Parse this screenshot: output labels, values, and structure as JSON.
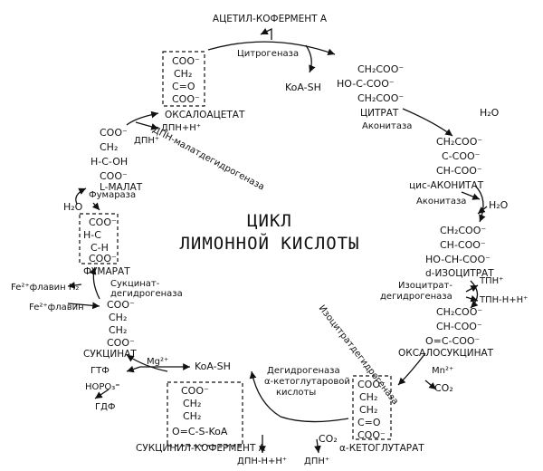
{
  "title": [
    "ЦИКЛ",
    "ЛИМОННОЙ КИСЛОТЫ"
  ],
  "compounds": {
    "acetyl_coa": "АЦЕТИЛ-КОФЕРМЕНТ А",
    "oxaloacetate": {
      "name": "ОКСАЛОАЦЕТАТ",
      "formula": [
        "COO⁻",
        "CH₂",
        "C=O",
        "COO⁻"
      ]
    },
    "citrate": {
      "name": "ЦИТРАТ",
      "formula": [
        "CH₂COO⁻",
        "HO-C-COO⁻",
        "CH₂COO⁻"
      ]
    },
    "cis_aconitate": {
      "name": "цис-АКОНИТАТ",
      "formula": [
        "CH₂COO⁻",
        "C-COO⁻",
        "CH-COO⁻"
      ]
    },
    "isocitrate": {
      "name": "d-ИЗОЦИТРАТ",
      "formula": [
        "CH₂COO⁻",
        "CH-COO⁻",
        "HO-CH-COO⁻"
      ]
    },
    "oxalosuccinate": {
      "name": "ОКСАЛОСУКЦИНАТ",
      "formula": [
        "CH₂COO⁻",
        "CH-COO⁻",
        "O=C-COO⁻"
      ]
    },
    "alpha_kg": {
      "name": "α-КЕТОГЛУТАРАТ",
      "formula": [
        "COO⁻",
        "CH₂",
        "CH₂",
        "C=O",
        "COO⁻"
      ]
    },
    "succinyl_coa": {
      "name": "СУКЦИНИЛ-КОФЕРМЕНТ А",
      "formula": [
        "COO⁻",
        "CH₂",
        "CH₂",
        "O=C-S-KoA"
      ]
    },
    "succinate": {
      "name": "СУКЦИНАТ",
      "formula": [
        "COO⁻",
        "CH₂",
        "CH₂",
        "COO⁻"
      ]
    },
    "fumarate": {
      "name": "ФУМАРАТ",
      "formula": [
        "COO⁻",
        "H-C",
        "C-H",
        "COO⁻"
      ]
    },
    "malate": {
      "name": "L-МАЛАТ",
      "formula": [
        "COO⁻",
        "CH₂",
        "H-C-OH",
        "COO⁻"
      ]
    }
  },
  "enzymes": {
    "citrogenase": "Цитрогеназа",
    "aconitase1": "Аконитаза",
    "aconitase2": "Аконитаза",
    "isocitrate_dh": [
      "Изоцитрат-",
      "дегидрогеназа"
    ],
    "isocitrate_dh_long": "Изоцитратдегидрогеназа",
    "akg_dh": [
      "Дегидрогеназа",
      "α-кетоглутаровой",
      "кислоты"
    ],
    "succinate_dh": [
      "Сукцинат-",
      "дегидрогеназа"
    ],
    "fumarase": "Фумараза",
    "malate_dh": "ДПН-малатдегидрогеназа"
  },
  "cofactors": {
    "koa_sh_top": "KoA-SH",
    "koa_sh_bottom": "KoA-SH",
    "h2o_1": "H₂O",
    "h2o_2": "H₂O",
    "h2o_3": "H₂O",
    "tpn": "ТПН⁺",
    "tpn_h": "ТПН-Н+Н⁺",
    "mn": "Mn²⁺",
    "co2_1": "CO₂",
    "co2_2": "CO₂",
    "dpn_plus": "ДПН⁺",
    "dpn_h_bottom": "ДПН-Н+Н⁺",
    "dpn_h_top": "ДПН+Н⁺",
    "dpn_plus_top": "ДПН⁺",
    "mg": "Mg²⁺",
    "gtp": "ГТФ",
    "gdp": "ГДФ",
    "phosphate": "НОРО₃⁼",
    "fe_flavin_h2": "Fe²⁺флавин H₂",
    "fe_flavin": "Fe²⁺флавин"
  }
}
